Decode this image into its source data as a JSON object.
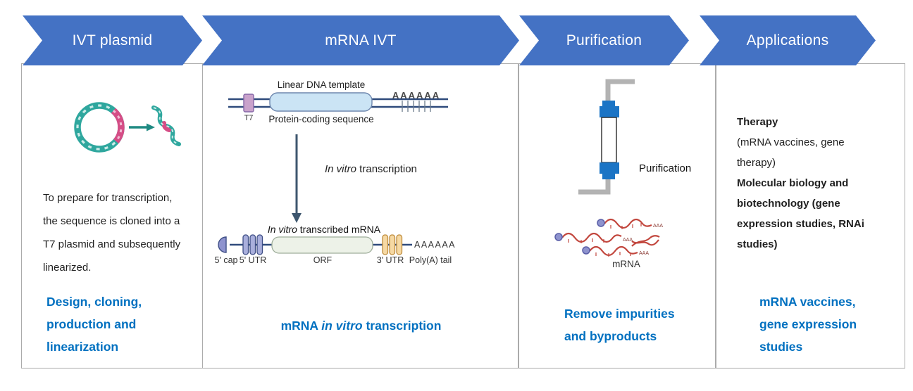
{
  "steps": [
    {
      "label": "IVT plasmid"
    },
    {
      "label": "mRNA IVT"
    },
    {
      "label": "Purification"
    },
    {
      "label": "Applications"
    }
  ],
  "panel1": {
    "body_lines": [
      "To prepare for transcription,",
      "the sequence is cloned into a",
      "T7 plasmid and subsequently",
      "linearized."
    ],
    "highlight_lines": [
      "Design, cloning,",
      "production and",
      "linearization"
    ]
  },
  "panel2": {
    "template_label": "Linear DNA template",
    "t7_label": "T7",
    "coding_label": "Protein-coding sequence",
    "dna_polya": "AAAAAA",
    "ivt_italic": "In vitro",
    "ivt_rest": " transcription",
    "mrna_title_italic": "In vitro",
    "mrna_title_rest": " transcribed mRNA",
    "cap_label": "5' cap",
    "utr5_label": "5' UTR",
    "orf_label": "ORF",
    "utr3_label": "3' UTR",
    "polya_seq": "AAAAAA",
    "polya_label": "Poly(A) tail",
    "highlight_pre": "mRNA ",
    "highlight_italic": "in vitro",
    "highlight_post": " transcription"
  },
  "panel3": {
    "column_label": "Purification",
    "aaa": "AAA",
    "mrna_label": "mRNA",
    "highlight_lines": [
      "Remove impurities",
      "and byproducts"
    ]
  },
  "panel4": {
    "bold_intro": "Therapy",
    "regular_lines": [
      "(mRNA vaccines, gene",
      "therapy)"
    ],
    "bold_lines": [
      "Molecular biology and",
      "biotechnology (gene",
      "expression studies, RNAi",
      "studies)"
    ],
    "highlight_lines": [
      "mRNA vaccines,",
      "gene expression",
      "studies"
    ]
  },
  "colors": {
    "arrow-blue": "#4472C4",
    "highlight-blue": "#0070C0",
    "panel-border": "#ABABAB",
    "body-text": "#1F1F1F",
    "dna-navy": "#2F4B7C",
    "template-fill": "#CBE4F5",
    "t7-fill": "#C9A2CB",
    "utr5-fill": "#A9AFDC",
    "utr3-fill": "#F6D9A4",
    "orf-fill": "#EDF2E8",
    "down-arrow": "#3D566E",
    "column-blue": "#1B74C5",
    "tube-gray": "#B3B3B3",
    "mrna-red": "#C2473E",
    "cap-purple": "#8E93CE",
    "plasmid-teal": "#2FA79E",
    "plasmid-pink": "#D54D86"
  }
}
